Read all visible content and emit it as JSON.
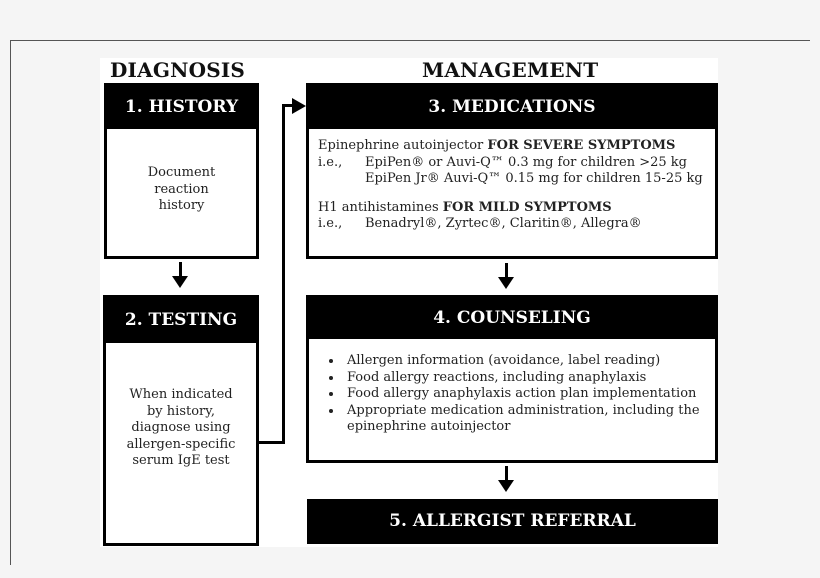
{
  "figure": {
    "columns": {
      "diagnosis": "DIAGNOSIS",
      "management": "MANAGEMENT"
    },
    "steps": [
      {
        "title": "1. HISTORY",
        "body": [
          "Document",
          "reaction",
          "history"
        ]
      },
      {
        "title": "2. TESTING",
        "body": [
          "When indicated",
          "by history,",
          "diagnose using",
          "allergen-specific",
          "serum IgE test"
        ]
      },
      {
        "title": "3. MEDICATIONS",
        "severe": {
          "lead": "Epinephrine autoinjector ",
          "emphasis": "FOR SEVERE SYMPTOMS",
          "prefix": "i.e.,",
          "lines": [
            "EpiPen® or Auvi-Q™ 0.3 mg for children >25 kg",
            "EpiPen Jr® Auvi-Q™ 0.15 mg for children 15-25 kg"
          ]
        },
        "mild": {
          "lead": "H1 antihistamines ",
          "emphasis": "FOR MILD SYMPTOMS",
          "prefix": "i.e.,",
          "lines": [
            "Benadryl®, Zyrtec®, Claritin®, Allegra®"
          ]
        }
      },
      {
        "title": "4. COUNSELING",
        "bullets": [
          "Allergen information (avoidance, label reading)",
          "Food allergy reactions, including anaphylaxis",
          "Food allergy  anaphylaxis action plan implementation",
          "Appropriate medication administration, including the epinephrine autoinjector"
        ]
      },
      {
        "title": "5. ALLERGIST REFERRAL"
      }
    ],
    "colors": {
      "header_bg": "#000000",
      "header_text": "#ffffff",
      "page_bg": "#f5f5f5",
      "figure_bg": "#ffffff"
    }
  }
}
